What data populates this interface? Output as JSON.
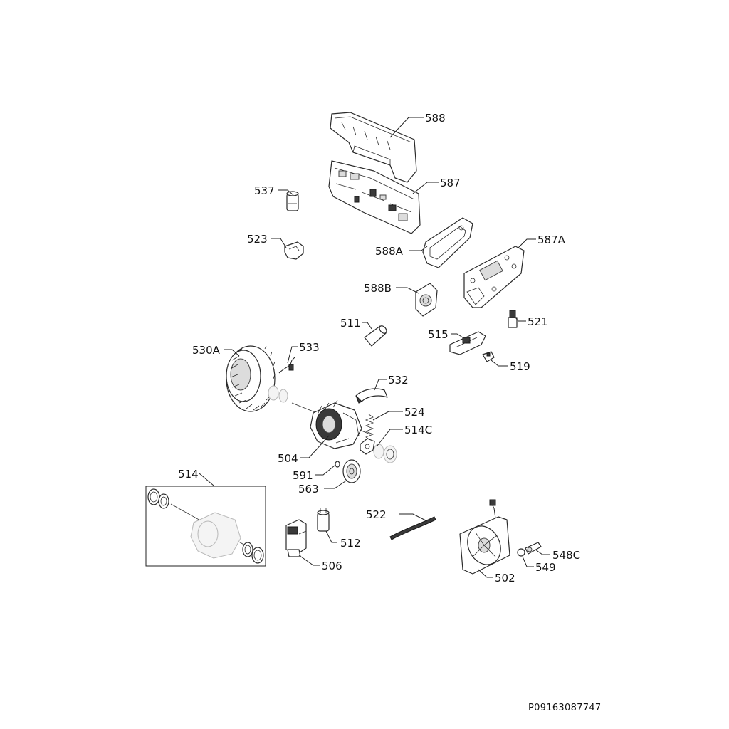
{
  "diagram": {
    "title": "Exploded parts view",
    "reference_code": "P09163087747",
    "callouts": {
      "c588": "588",
      "c587": "587",
      "c537": "537",
      "c523": "523",
      "c588A": "588A",
      "c587A": "587A",
      "c588B": "588B",
      "c511": "511",
      "c521": "521",
      "c515": "515",
      "c519": "519",
      "c530A": "530A",
      "c533": "533",
      "c532": "532",
      "c524": "524",
      "c514C": "514C",
      "c504": "504",
      "c591": "591",
      "c563": "563",
      "c514": "514",
      "c522": "522",
      "c512": "512",
      "c506": "506",
      "c548C": "548C",
      "c549": "549",
      "c502": "502"
    }
  }
}
